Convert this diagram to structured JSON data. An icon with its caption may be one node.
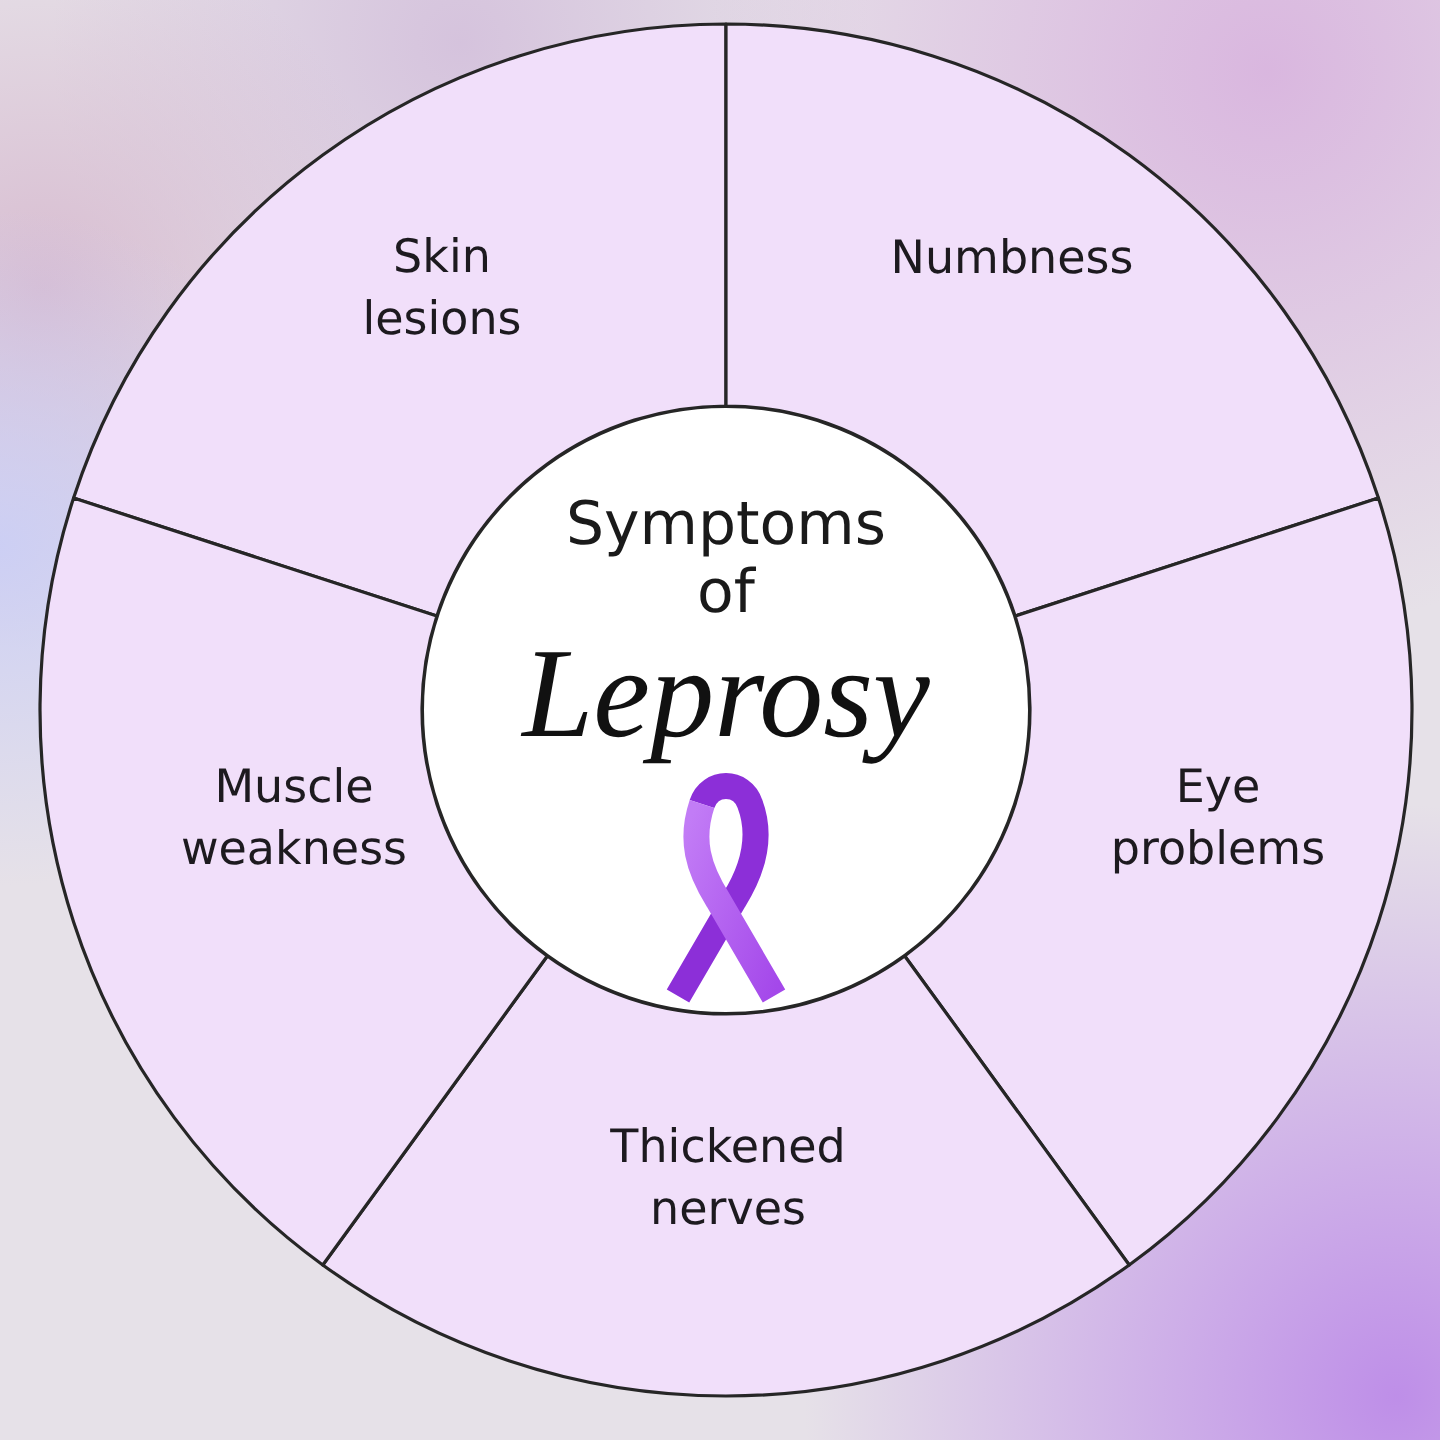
{
  "diagram": {
    "nodes": [
      {
        "text": [
          "Symptoms of",
          "Leprosy"
        ]
      },
      {
        "text": [
          "Skin lesions"
        ]
      },
      {
        "text": [
          "Numbness"
        ]
      },
      {
        "text": [
          "Eye problems"
        ]
      },
      {
        "text": [
          "Thickened nerves"
        ]
      },
      {
        "text": [
          "Muscle weakness"
        ]
      }
    ]
  }
}
